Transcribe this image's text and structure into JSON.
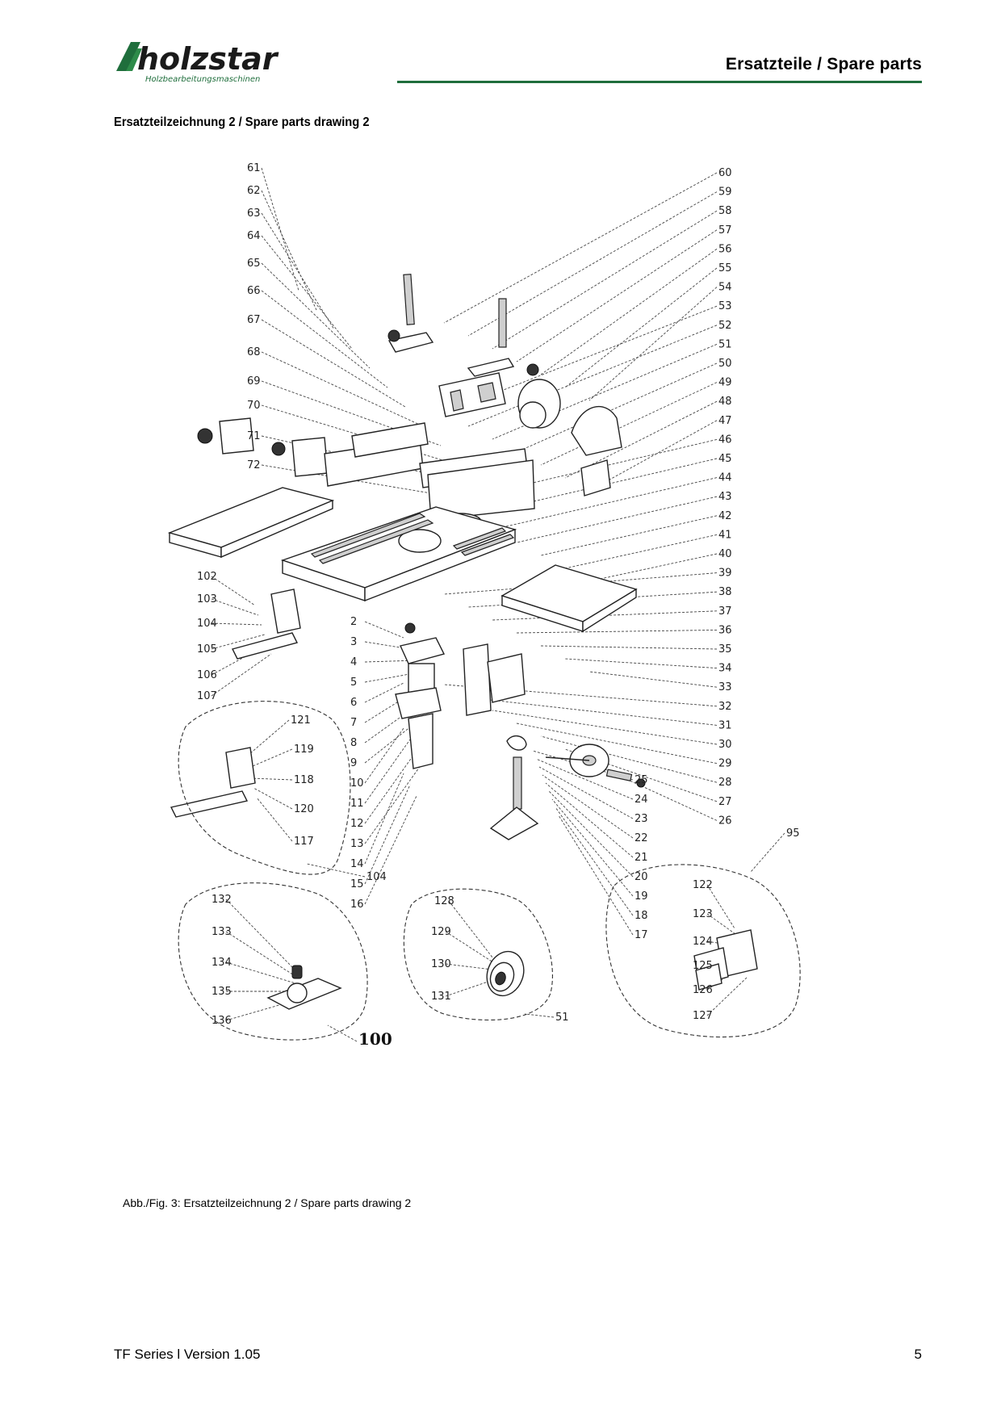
{
  "header": {
    "logo_text": "holzstar",
    "logo_subtitle": "Holzbearbeitungsmaschinen",
    "title": "Ersatzteile / Spare parts",
    "accent_color": "#1f6e3c"
  },
  "section_title": "Ersatzteilzeichnung 2 / Spare parts drawing 2",
  "drawing": {
    "right_labels": [
      "60",
      "59",
      "58",
      "57",
      "56",
      "55",
      "54",
      "53",
      "52",
      "51",
      "50",
      "49",
      "48",
      "47",
      "46",
      "45",
      "44",
      "43",
      "42",
      "41",
      "40",
      "39",
      "38",
      "37",
      "36",
      "35",
      "34",
      "33",
      "32",
      "31",
      "30",
      "29",
      "28",
      "27",
      "26"
    ],
    "left_top_labels": [
      "61",
      "62",
      "63",
      "64",
      "65",
      "66",
      "67",
      "68",
      "69",
      "70",
      "71",
      "72"
    ],
    "left_mid_labels": [
      "102",
      "103",
      "104",
      "105",
      "106",
      "107"
    ],
    "center_labels": [
      "2",
      "3",
      "4",
      "5",
      "6",
      "7",
      "8",
      "9",
      "10",
      "11",
      "12",
      "13",
      "14",
      "15",
      "16"
    ],
    "inner_labels": [
      "25",
      "24",
      "23",
      "22",
      "21",
      "20",
      "19",
      "18",
      "17"
    ],
    "inset_104": {
      "title": "104",
      "labels": [
        "121",
        "119",
        "118",
        "120",
        "117"
      ]
    },
    "inset_100": {
      "title": "100",
      "labels": [
        "132",
        "133",
        "134",
        "135",
        "136"
      ]
    },
    "inset_51": {
      "title": "51",
      "labels": [
        "128",
        "129",
        "130",
        "131"
      ]
    },
    "inset_95": {
      "title": "95",
      "labels": [
        "122",
        "123",
        "124",
        "125",
        "126",
        "127"
      ]
    }
  },
  "caption": "Abb./Fig. 3: Ersatzteilzeichnung 2 / Spare parts drawing 2",
  "footer": {
    "left": "TF Series l Version 1.05",
    "page_number": "5"
  }
}
